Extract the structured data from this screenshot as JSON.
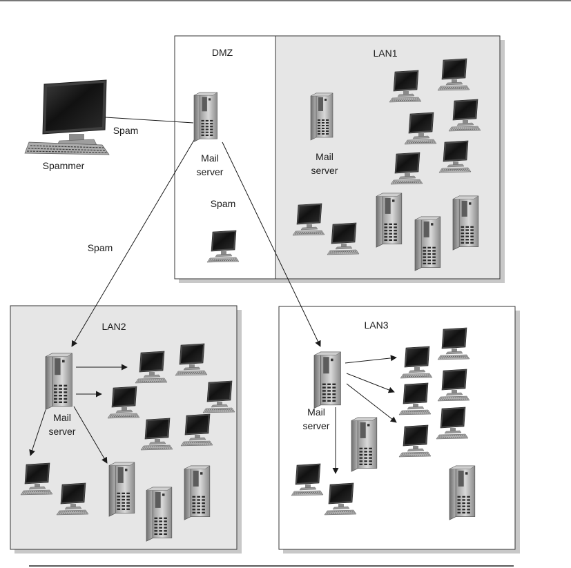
{
  "zones": {
    "dmz": "DMZ",
    "lan1": "LAN1",
    "lan2": "LAN2",
    "lan3": "LAN3"
  },
  "labels": {
    "spammer": "Spammer",
    "spam": "Spam",
    "mail": "Mail",
    "server": "server"
  },
  "colors": {
    "shaded_box": "#e6e6e6",
    "box_border": "#333333",
    "shadow": "#c8c8c8",
    "line": "#1a1a1a"
  }
}
